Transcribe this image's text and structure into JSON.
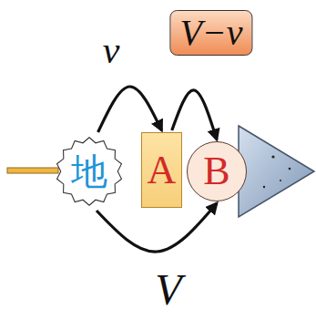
{
  "diagram": {
    "nodes": [
      {
        "text": [
          "地"
        ]
      },
      {
        "text": [
          "A"
        ]
      },
      {
        "text": [
          "B"
        ]
      }
    ],
    "edges": [
      {
        "from": 0,
        "to": 1,
        "arrow": "to",
        "label": "v"
      },
      {
        "from": 1,
        "to": 2,
        "arrow": "to",
        "label": "V−v"
      },
      {
        "from": 0,
        "to": 2,
        "arrow": "to",
        "label": "V"
      }
    ]
  }
}
